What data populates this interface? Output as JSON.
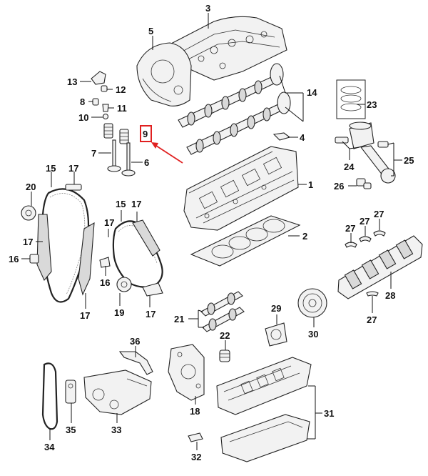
{
  "diagram": {
    "highlight_color": "#e02020",
    "highlighted_part": "9",
    "callouts": [
      "1",
      "2",
      "3",
      "4",
      "5",
      "6",
      "7",
      "8",
      "9",
      "10",
      "11",
      "12",
      "13",
      "14",
      "15",
      "16",
      "17",
      "18",
      "19",
      "20",
      "21",
      "22",
      "23",
      "24",
      "25",
      "26",
      "27",
      "28",
      "29",
      "30",
      "31",
      "32",
      "33",
      "34",
      "35",
      "36"
    ]
  }
}
